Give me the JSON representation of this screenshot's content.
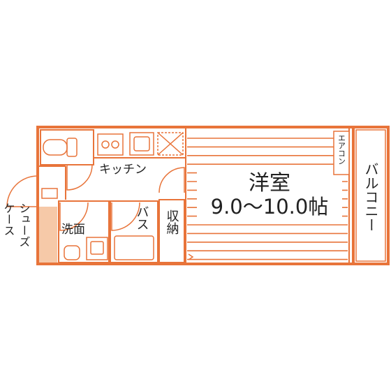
{
  "colors": {
    "wall": "#e8743a",
    "text": "#222222",
    "shade": "#f6c9a8"
  },
  "rooms": {
    "western_room": {
      "name": "洋室",
      "size": "9.0〜10.0帖"
    },
    "kitchen": "キッチン",
    "bath": "バス",
    "washroom": "洗面",
    "storage": "収納",
    "balcony": "バルコニー",
    "shoe_case": "シューズケース",
    "air_conditioner": "エアコン"
  }
}
